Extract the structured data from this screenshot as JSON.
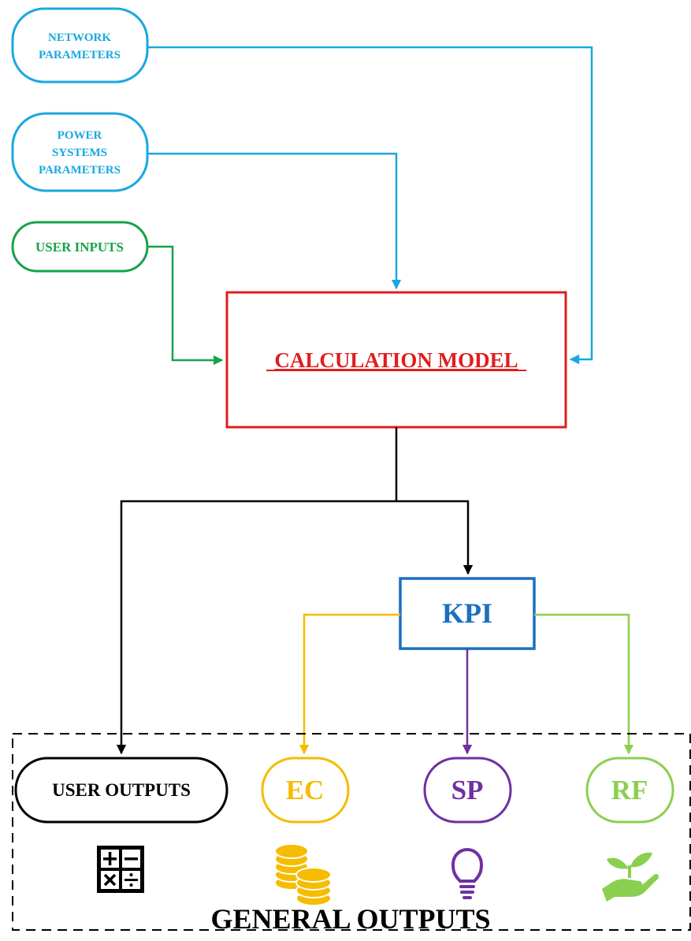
{
  "inputs": {
    "network_line1": "NETWORK",
    "network_line2": "PARAMETERS",
    "power_line1": "POWER",
    "power_line2": "SYSTEMS",
    "power_line3": "PARAMETERS",
    "user_inputs": "USER INPUTS"
  },
  "model": {
    "label": "CALCULATION MODEL"
  },
  "kpi": {
    "label": "KPI"
  },
  "outputs": {
    "user_outputs": "USER OUTPUTS",
    "ec": "EC",
    "sp": "SP",
    "rf": "RF",
    "group_label": "GENERAL OUTPUTS"
  },
  "icons": {
    "user_outputs": "calculator-icon",
    "ec": "coins-icon",
    "sp": "lightbulb-icon",
    "rf": "plant-in-hand-icon"
  },
  "colors": {
    "blue_inputs": "#1aa7e0",
    "green_inputs": "#16a34a",
    "model_red": "#e11d1d",
    "kpi_blue": "#1b6fbf",
    "ec_yellow": "#f5bc00",
    "sp_purple": "#7030a0",
    "rf_green": "#8bcf50",
    "black": "#000000"
  }
}
